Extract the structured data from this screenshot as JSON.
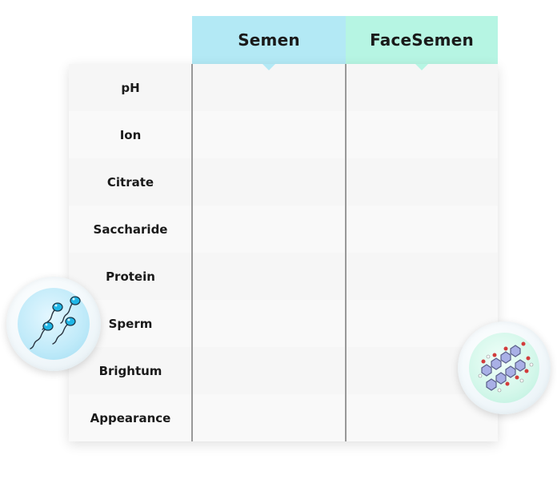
{
  "headers": {
    "col1": "Semen",
    "col2": "FaceSemen"
  },
  "rows": [
    {
      "label": "pH"
    },
    {
      "label": "Ion"
    },
    {
      "label": "Citrate"
    },
    {
      "label": "Saccharide"
    },
    {
      "label": "Protein"
    },
    {
      "label": "Sperm"
    },
    {
      "label": "Brightum"
    },
    {
      "label": "Appearance"
    }
  ],
  "colors": {
    "semen_header": "#b3e9f5",
    "facesemen_header": "#b6f5e3",
    "divider": "#999999"
  },
  "icons": {
    "left_bubble": "sperm-icon",
    "right_bubble": "molecule-icon"
  }
}
